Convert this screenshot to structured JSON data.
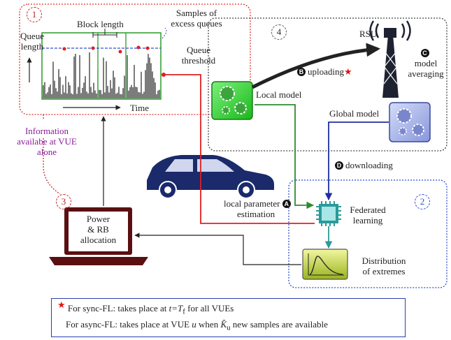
{
  "regions": [
    {
      "number": "1"
    },
    {
      "number": "2"
    },
    {
      "number": "3"
    },
    {
      "number": "4"
    }
  ],
  "queue_plot": {
    "y_label_line1": "Queue",
    "y_label_line2": "length",
    "x_label": "Time",
    "block_length": "Block length",
    "samples_line1": "Samples of",
    "samples_line2": "excess queues",
    "threshold_line1": "Queue",
    "threshold_line2": "threshold"
  },
  "info": {
    "line1": "Information",
    "line2": "availabe at VUE",
    "line3": "alone"
  },
  "rsu": {
    "label": "RSU",
    "model_averaging_line1": "model",
    "model_averaging_line2": "averaging",
    "badge": "C"
  },
  "steps": {
    "uploading": {
      "badge": "B",
      "label": "uploading",
      "star": "★"
    },
    "downloading": {
      "badge": "D",
      "label": "downloading"
    },
    "local_estimation": {
      "badge": "A",
      "line1": "local parameter",
      "line2": "estimation"
    }
  },
  "labels": {
    "local_model": "Local model",
    "global_model": "Global model",
    "federated_line1": "Federated",
    "federated_line2": "learning",
    "distribution_line1": "Distribution",
    "distribution_line2": "of extremes",
    "power_line1": "Power",
    "power_line2": "& RB",
    "power_line3": "allocation"
  },
  "note": {
    "star": "★",
    "sync_prefix": "For sync-FL:  takes place at ",
    "sync_math": "t=T",
    "sync_sub": "f",
    "sync_suffix": " for all VUEs",
    "async_prefix": "For async-FL: takes place at VUE ",
    "async_u": "u",
    "async_mid": " when ",
    "async_k": "K̂",
    "async_ksub": "u",
    "async_suffix": " new samples are available"
  },
  "colors": {
    "red_region": "#c02020",
    "blue_region": "#2f4fd0",
    "gray_region": "#555555",
    "green_arrow": "#2e8b2e",
    "blue_arrow": "#1f2fa0",
    "red_arrow": "#e02020",
    "teal_arrow": "#2a9a9a",
    "car": "#1a2a6a",
    "laptop": "#5a1010"
  }
}
